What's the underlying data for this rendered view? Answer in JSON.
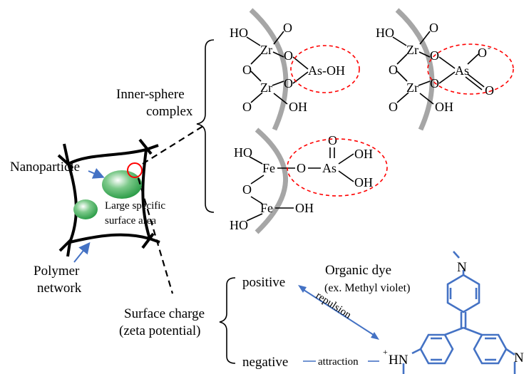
{
  "labels": {
    "nanoparticle": "Nanoparticle",
    "polymer_line1": "Polymer",
    "polymer_line2": "network",
    "surface_area_line1": "Large specific",
    "surface_area_line2": "surface area",
    "inner_sphere_line1": "Inner-sphere",
    "inner_sphere_line2": "complex",
    "surface_charge_line1": "Surface charge",
    "surface_charge_line2": "(zeta potential)",
    "positive": "positive",
    "negative": "negative",
    "organic_dye": "Organic dye",
    "dye_example": "(ex. Methyl violet)",
    "repulsion": "repulsion",
    "attraction": "attraction"
  },
  "structures": {
    "zr_complex_1": {
      "ho_top": "HO",
      "o_top": "O",
      "zr_top": "Zr",
      "o_bridge_top": "O",
      "o_left": "O",
      "as_oh": "As-OH",
      "zr_bottom": "Zr",
      "o_bridge_bottom": "O",
      "o_bottom": "O",
      "oh_bottom": "OH"
    },
    "zr_complex_2": {
      "ho_top": "HO",
      "o_top": "O",
      "zr_top": "Zr",
      "o_bridge_top": "O",
      "o_minus": "O",
      "minus": "-",
      "o_left": "O",
      "as": "As",
      "zr_bottom": "Zr",
      "o_bridge_bottom": "O",
      "o_double": "O",
      "o_bottom": "O",
      "oh_bottom": "OH"
    },
    "fe_complex": {
      "ho_top": "HO",
      "fe_top": "Fe",
      "o_link": "O",
      "as": "As",
      "o_double": "O",
      "oh_right_top": "OH",
      "oh_right_bottom": "OH",
      "o_left": "O",
      "fe_bottom": "Fe",
      "oh_fe": "OH",
      "ho_bottom": "HO"
    },
    "methyl_violet": {
      "n_top": "N",
      "hn_plus": "+",
      "hn": "HN",
      "n_right": "N"
    }
  },
  "colors": {
    "red_dashed": "#ff0000",
    "green_particle": "#2e9e4a",
    "blue_arrow": "#4472c4",
    "gray_surface": "#a6a6a6",
    "dye_blue": "#4472c4"
  }
}
